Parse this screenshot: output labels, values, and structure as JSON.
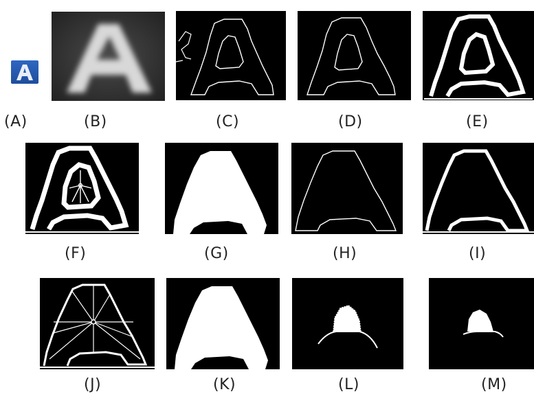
{
  "figure": {
    "labels": [
      "(A)",
      "(B)",
      "(C)",
      "(D)",
      "(E)",
      "(F)",
      "(G)",
      "(H)",
      "(I)",
      "(J)",
      "(K)",
      "(L)",
      "(M)"
    ],
    "colors": {
      "background": "#ffffff",
      "panel": "#000000",
      "stroke": "#ffffff",
      "thumb_blue": "#2a5cb5"
    },
    "panels": [
      {
        "id": "A",
        "kind": "blue-letter-thumbnail"
      },
      {
        "id": "B",
        "kind": "blurred-grayscale-letter"
      },
      {
        "id": "C",
        "kind": "thin-edge-contour-with-noise"
      },
      {
        "id": "D",
        "kind": "thin-edge-contour"
      },
      {
        "id": "E",
        "kind": "thick-dilated-contour"
      },
      {
        "id": "F",
        "kind": "thick-contour-with-inner-rays"
      },
      {
        "id": "G",
        "kind": "filled-silhouette"
      },
      {
        "id": "H",
        "kind": "outer-thin-contour"
      },
      {
        "id": "I",
        "kind": "outer-thick-contour"
      },
      {
        "id": "J",
        "kind": "outer-contour-with-radial-lines"
      },
      {
        "id": "K",
        "kind": "filled-silhouette"
      },
      {
        "id": "L",
        "kind": "dotted-blob-with-arc"
      },
      {
        "id": "M",
        "kind": "small-filled-blob"
      }
    ]
  }
}
